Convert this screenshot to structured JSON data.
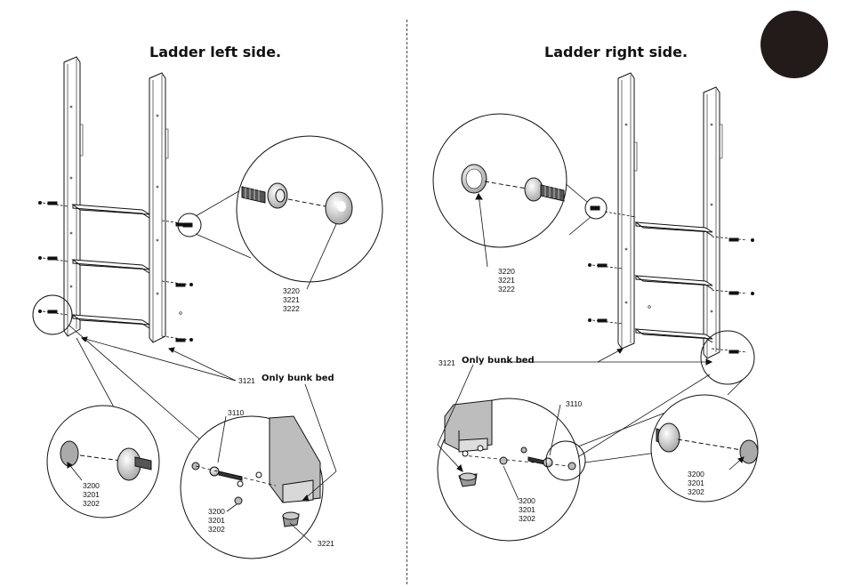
{
  "left": {
    "title": "Ladder left side.",
    "bolt_kit_parts": [
      "3220",
      "3221",
      "3222"
    ],
    "pin_parts": [
      "3200",
      "3201",
      "3202"
    ],
    "detail_pin_parts": [
      "3200",
      "3201",
      "3202"
    ],
    "foot_part": "3121",
    "screw_part": "3110",
    "glide_part": "3221",
    "note": "Only bunk bed"
  },
  "right": {
    "title": "Ladder right side.",
    "bolt_kit_parts": [
      "3220",
      "3221",
      "3222"
    ],
    "pin_parts": [
      "3200",
      "3201",
      "3202"
    ],
    "detail_pin_parts": [
      "3200",
      "3201",
      "3202"
    ],
    "foot_part": "3121",
    "screw_part": "3110",
    "note": "Only bunk bed"
  },
  "colors": {
    "ink": "#111111",
    "page_badge": "#231a1a",
    "metal": "#c9c9c9",
    "panel": "#b8b8b8"
  }
}
